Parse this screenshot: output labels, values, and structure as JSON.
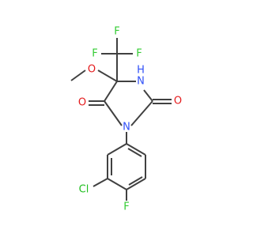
{
  "atoms": {
    "f1": "F",
    "f2": "F",
    "f3": "F",
    "o_methoxy": "O",
    "nh": "N",
    "h": "H",
    "o_c4": "O",
    "o_c2": "O",
    "n3": "N",
    "cl": "Cl",
    "f_ring": "F"
  },
  "colors": {
    "carbon_bond": "#404040",
    "oxygen": "#e41a1c",
    "nitrogen": "#3050f8",
    "fluorine": "#33cc33",
    "chlorine": "#1fbf1f"
  }
}
